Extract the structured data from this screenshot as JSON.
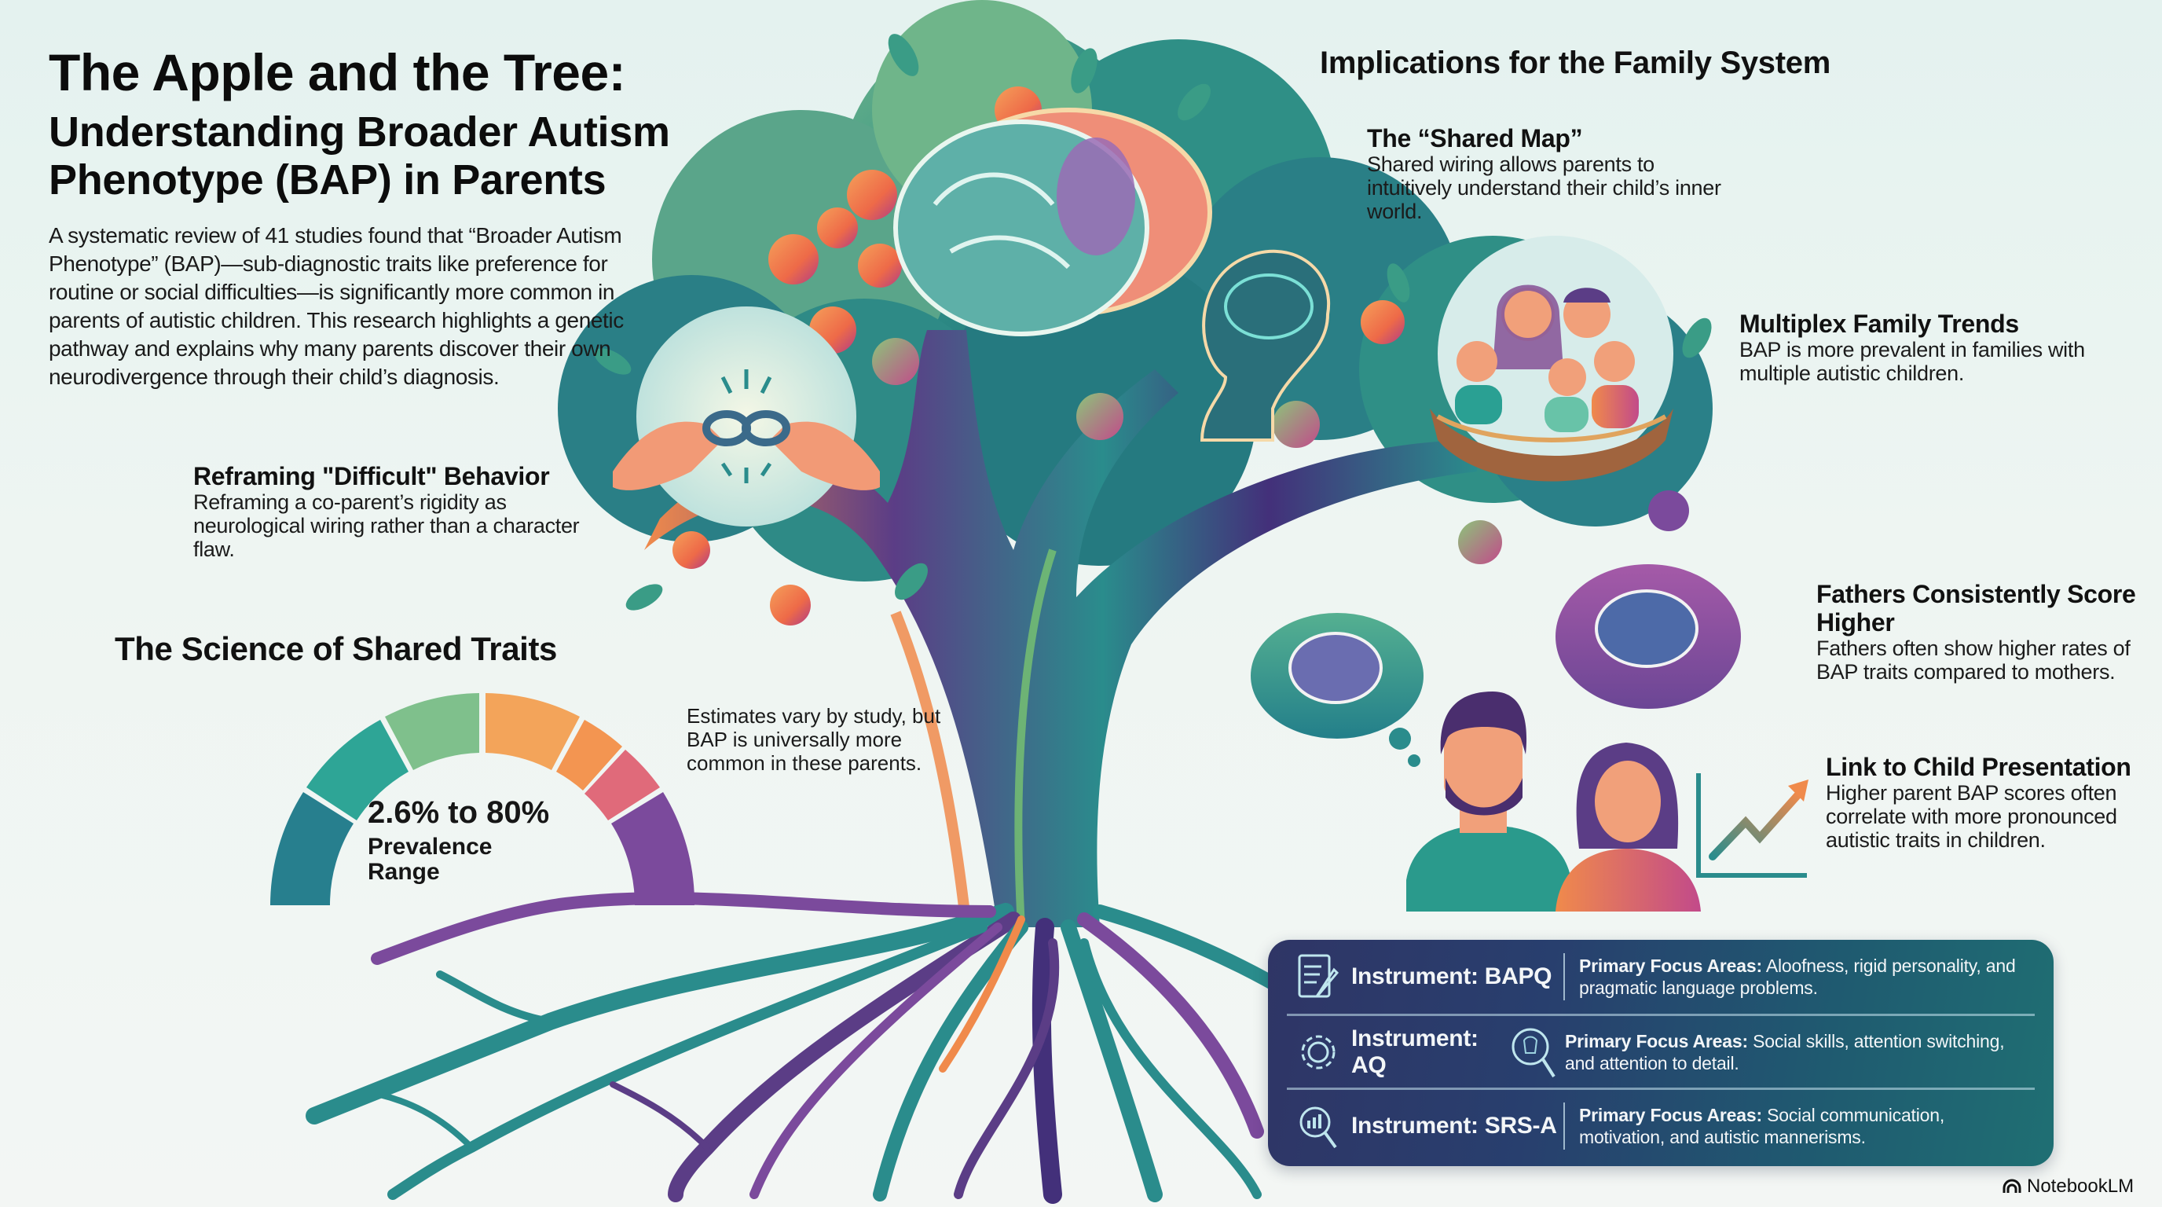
{
  "header": {
    "title": "The Apple and the Tree:",
    "subtitle": "Understanding Broader Autism Phenotype (BAP) in Parents",
    "intro": "A systematic review of 41 studies found that “Broader Autism Phenotype” (BAP)—sub-diagnostic traits like preference for routine or social difficulties—is significantly more common in parents of autistic children. This research highlights a genetic pathway and explains why many parents discover their own neurodivergence through their child’s diagnosis."
  },
  "left_sections": {
    "reframing": {
      "title": "Reframing \"Difficult\" Behavior",
      "body": "Reframing a co-parent’s rigidity as neurological wiring rather than a character flaw."
    },
    "science": {
      "title": "The Science of Shared Traits",
      "gauge": {
        "value": "2.6% to 80%",
        "label": "Prevalence Range",
        "segment_colors": [
          "#277f8e",
          "#2ea596",
          "#7fc08c",
          "#f3a45a",
          "#f39551",
          "#e06a7a",
          "#7b4a9c"
        ]
      },
      "note": "Estimates vary by study, but BAP is universally more common in these parents."
    }
  },
  "right_sections": {
    "heading": "Implications for the Family System",
    "items": [
      {
        "title": "The “Shared Map”",
        "body": "Shared wiring allows parents to intuitively understand their child’s inner world."
      },
      {
        "title": "Multiplex Family Trends",
        "body": "BAP is more prevalent in families with multiple autistic children."
      },
      {
        "title": "Fathers Consistently Score Higher",
        "body": "Fathers often show higher rates of BAP traits compared to mothers."
      },
      {
        "title": "Link to Child Presentation",
        "body": "Higher parent BAP scores often correlate with more pronounced autistic traits in children."
      }
    ]
  },
  "instruments": {
    "focus_label": "Primary Focus Areas:",
    "rows": [
      {
        "icon": "document-pencil-icon",
        "name": "Instrument: BAPQ",
        "focus": "Aloofness, rigid personality, and pragmatic language problems."
      },
      {
        "icon": "gear-icon",
        "name": "Instrument: AQ",
        "focus": "Social skills, attention switching, and attention to detail."
      },
      {
        "icon": "magnifier-chart-icon",
        "name": "Instrument: SRS-A",
        "focus": "Social communication, motivation, and autistic mannerisms."
      }
    ]
  },
  "illustration": {
    "elements": [
      "apple-tree",
      "glowing-brains",
      "child-silhouette",
      "hands-breaking-chain",
      "family-in-nest",
      "thought-bubble-brains",
      "father-and-mother",
      "rising-trend-chart",
      "colorful-roots"
    ]
  },
  "colors": {
    "teal": "#2a8c8c",
    "purple": "#5b3d86",
    "orange": "#f08a4b",
    "panel": "#2a4a70",
    "background": "#ebf4f1"
  },
  "brand": {
    "name": "NotebookLM"
  }
}
